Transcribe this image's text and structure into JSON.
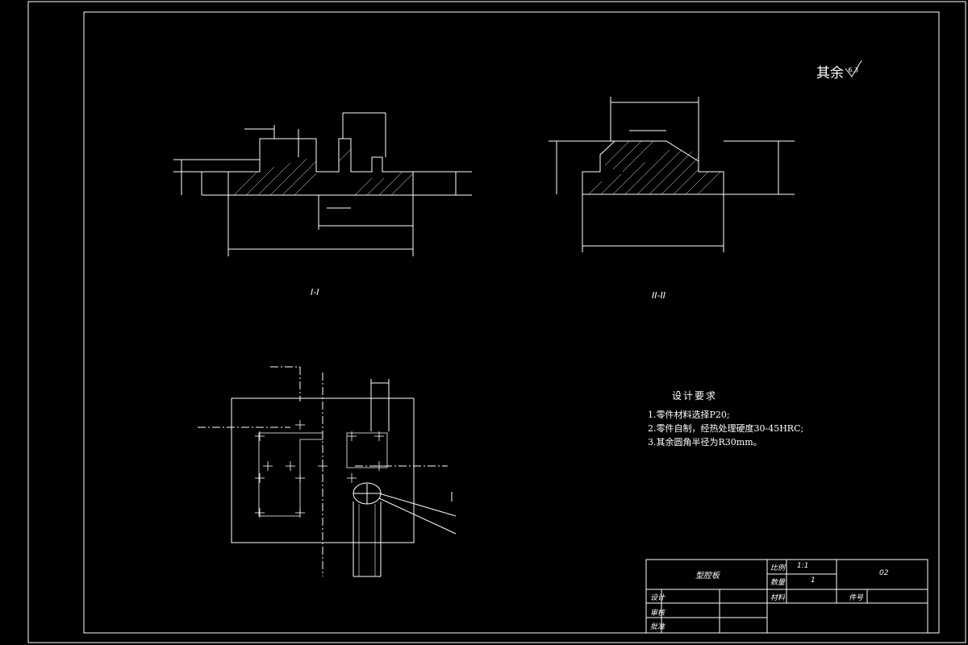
{
  "roughness_note": "其余",
  "roughness_value": "6.3",
  "section_labels": {
    "left": "I-I",
    "right": "II-II"
  },
  "design_requirements": {
    "title": "设计要求",
    "items": [
      "1.零件材料选择P20;",
      "2.零件自制，经热处理硬度30-45HRC;",
      "3.其余圆角半径为R30mm。"
    ]
  },
  "title_block": {
    "part_name": "型腔板",
    "scale_label": "比例",
    "scale_value": "1:1",
    "qty_label": "数量",
    "qty_value": "1",
    "material_label": "材料",
    "drawing_no": "02",
    "weight_label": "件号",
    "design_label": "设计",
    "check_label": "审核",
    "approve_label": "批准"
  },
  "colors": {
    "background": "#000000",
    "lines": "#ffffff",
    "hatch": "#ffffff"
  }
}
